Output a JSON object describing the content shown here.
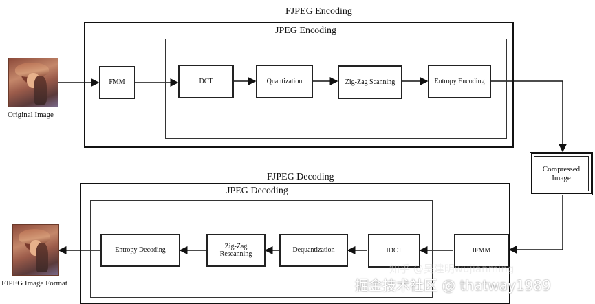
{
  "encoding": {
    "outer_title": "FJPEG Encoding",
    "inner_title": "JPEG Encoding",
    "input_caption": "Original Image",
    "steps": [
      "FMM",
      "DCT",
      "Quantization",
      "Zig-Zag Scanning",
      "Entropy Encoding"
    ]
  },
  "compressed": {
    "label": "Compressed Image"
  },
  "decoding": {
    "outer_title": "FJPEG Decoding",
    "inner_title": "JPEG Decoding",
    "output_caption": "FJPEG Image Format",
    "steps": [
      "IFMM",
      "IDCT",
      "Dequantization",
      "Zig-Zag Rescanning",
      "Entropy Decoding"
    ]
  },
  "watermarks": {
    "primary": "掘金技术社区 @ thatway1989",
    "secondary": "知乎 @吴建明wujianming"
  }
}
